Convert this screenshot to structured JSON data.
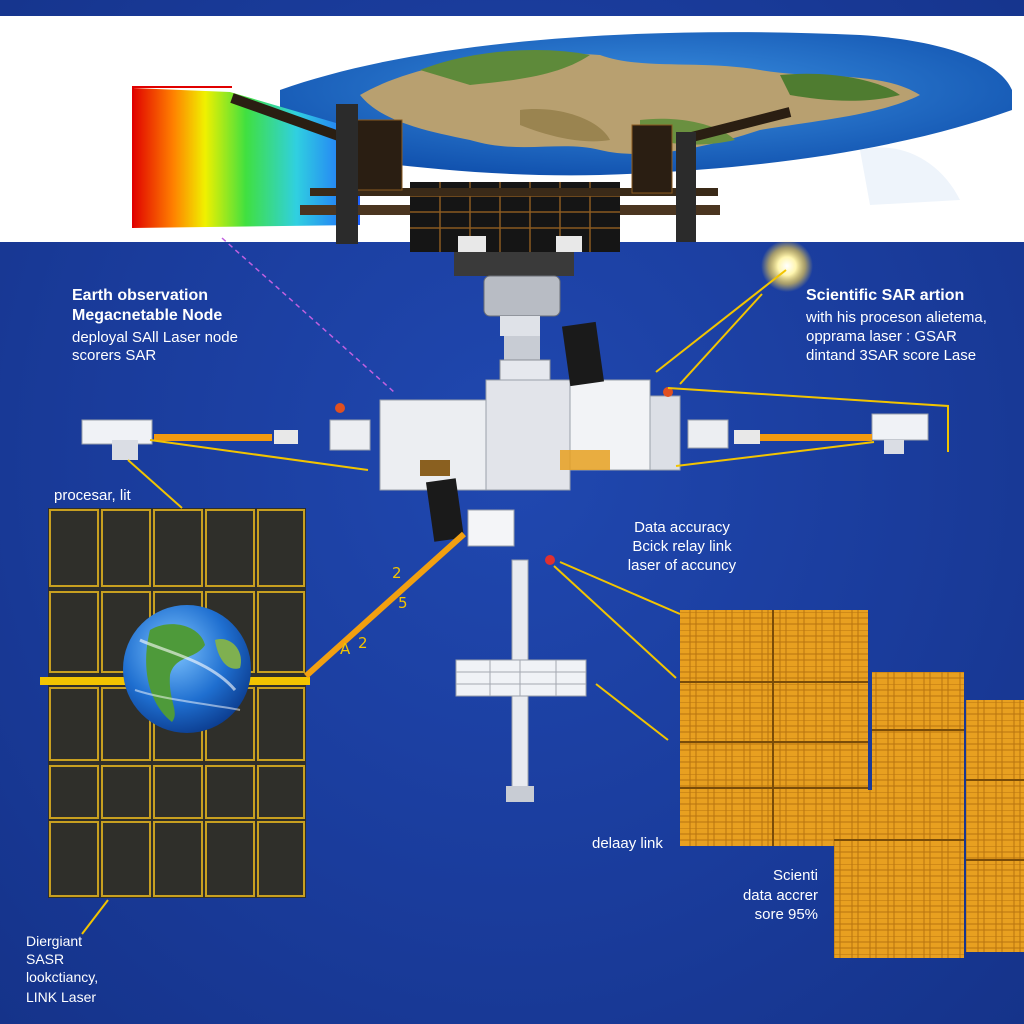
{
  "colors": {
    "background": "#1a3c9c",
    "leader": "#f2c400",
    "dashed_link": "#c060e0",
    "solar_dark": "#2f2f2a",
    "solar_gold": "#e8a020",
    "earth_strip": "#ffffff"
  },
  "icons": [
    "sun-icon",
    "earth-icon",
    "heatmap-swath",
    "space-station"
  ],
  "labels": {
    "top_left": {
      "line1": "Earth observation",
      "line2": "Megacnetable Node",
      "line3": "deployal SAll Laser node",
      "line4": "scorers SAR"
    },
    "top_right": {
      "line1": "Scientific  SAR artion",
      "line2": "with his proceson alietema,",
      "line3": "opprama laser : GSAR",
      "line4": "dintand 3SAR score Lase"
    },
    "processor": "procesar,  lit",
    "center": {
      "line1": "Data accuracy",
      "line2": "Bcick relay link",
      "line3": "laser of accuncy"
    },
    "bottom_left": {
      "line1": "Diergiant",
      "line2": "SASR",
      "line3": "lookctiancy,",
      "line4": "LINK Laser"
    },
    "delay_link": "delaay link",
    "bottom_right": {
      "line1": "Scienti",
      "line2": "data accrer",
      "line3": "sore 95%"
    },
    "marks": {
      "m1": "2",
      "m2": "5",
      "m3": "A",
      "m4": "2"
    }
  }
}
